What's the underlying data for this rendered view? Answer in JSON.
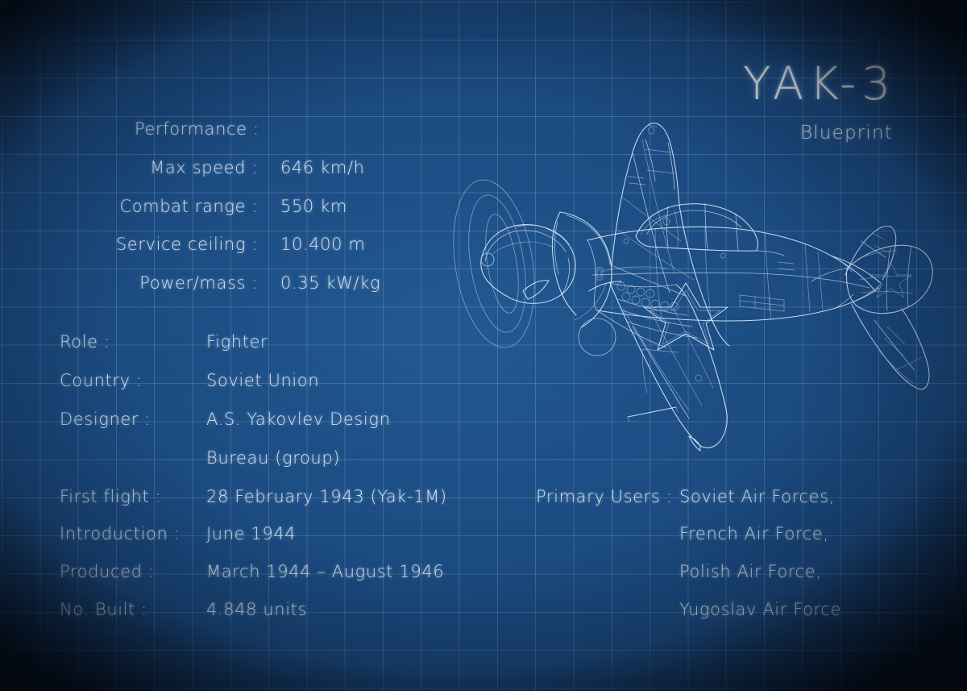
{
  "poster": {
    "title": "YAK-3",
    "subtitle": "Blueprint",
    "background_color": "#1b4b82",
    "grid_color": "#bedcfa",
    "line_color": "#dbe9fa",
    "text_color": "#cfe2f5"
  },
  "performance": {
    "heading": "Performance :",
    "rows": [
      {
        "label": "Max speed :",
        "value": "646 km/h"
      },
      {
        "label": "Combat range :",
        "value": "550 km"
      },
      {
        "label": "Service ceiling :",
        "value": "10.400 m"
      },
      {
        "label": "Power/mass :",
        "value": "0.35 kW/kg"
      }
    ]
  },
  "specs": {
    "rows": [
      {
        "label": "Role :",
        "value": "Fighter",
        "value2": ""
      },
      {
        "label": "Country :",
        "value": "Soviet Union",
        "value2": ""
      },
      {
        "label": "Designer :",
        "value": "A.S. Yakovlev Design",
        "value2": "Bureau (group)"
      },
      {
        "label": "First flight :",
        "value": "28 February 1943 (Yak-1M)",
        "value2": ""
      },
      {
        "label": "Introduction :",
        "value": "June 1944",
        "value2": ""
      },
      {
        "label": "Produced :",
        "value": "March 1944 – August 1946",
        "value2": ""
      },
      {
        "label": "No. Built :",
        "value": "4.848 units",
        "value2": ""
      }
    ]
  },
  "primary_users": {
    "label": "Primary Users :",
    "values": [
      "Soviet Air Forces,",
      "French Air Force,",
      "Polish Air Force,",
      "Yugoslav Air Force"
    ]
  },
  "illustration": {
    "subject": "yak-3-fighter-aircraft-wireframe",
    "view": "three-quarter-perspective",
    "markings": "soviet-red-star",
    "features": [
      "propeller-disc",
      "spinner",
      "cockpit-canopy",
      "exhaust-stacks",
      "upper-wing",
      "lower-wing",
      "vertical-stabilizer",
      "horizontal-stabilizer",
      "pitot-tube",
      "navigation-light"
    ]
  }
}
